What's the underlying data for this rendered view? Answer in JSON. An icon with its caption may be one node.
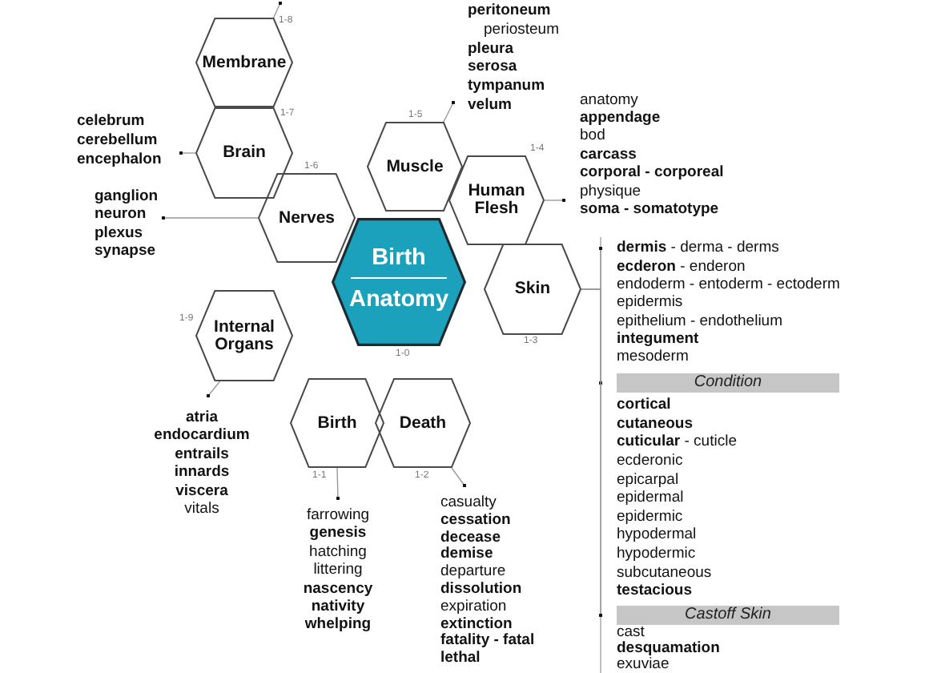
{
  "diagram": {
    "nodes": [
      {
        "text": [
          "Membrane"
        ],
        "beside": [
          "1-8"
        ]
      },
      {
        "text": [
          "peritoneum",
          "periosteum",
          "pleura",
          "serosa",
          "tympanum",
          "velum"
        ]
      },
      {
        "text": [
          "celebrum",
          "cerebellum",
          "encephalon"
        ]
      },
      {
        "text": [
          "Brain"
        ],
        "beside": [
          "1-7"
        ]
      },
      {
        "text": [
          "Muscle"
        ],
        "beside": [
          "1-5"
        ]
      },
      {
        "text": [
          "anatomy",
          "appendage",
          "bod",
          "carcass",
          "corporal - corporeal",
          "physique",
          "soma - somatotype"
        ]
      },
      {
        "text": [
          "Human Flesh"
        ],
        "beside": [
          "1-4"
        ]
      },
      {
        "text": [
          "ganglion",
          "neuron",
          "plexus",
          "synapse"
        ]
      },
      {
        "text": [
          "Nerves"
        ],
        "beside": [
          "1-6"
        ]
      },
      {
        "text": [
          "Birth",
          "Anatomy"
        ],
        "beside": [
          "1-0"
        ]
      },
      {
        "text": [
          "Skin"
        ],
        "beside": [
          "1-3"
        ]
      },
      {
        "text": [
          "**dermis** - derma - derms",
          "**ecderon** - enderon",
          "endoderm - entoderm - ectoderm",
          "epidermis",
          "epithelium - endothelium",
          "integument",
          "mesoderm"
        ]
      },
      {
        "text": [
          "Condition"
        ]
      },
      {
        "text": [
          "Castoff Skin"
        ]
      },
      {
        "text": [
          "Internal Organs"
        ],
        "beside": [
          "1-9"
        ]
      },
      {
        "text": [
          "atria",
          "endocardium",
          "entrails",
          "innards",
          "viscera",
          "vitals"
        ]
      },
      {
        "text": [
          "Birth"
        ],
        "beside": [
          "1-1"
        ]
      },
      {
        "text": [
          "Death"
        ],
        "beside": [
          "1-2"
        ]
      },
      {
        "text": [
          "farrowing",
          "genesis",
          "hatching",
          "littering",
          "nascency",
          "nativity",
          "whelping"
        ]
      },
      {
        "text": [
          "casualty",
          "cessation",
          "decease",
          "demise",
          "departure",
          "dissolution",
          "expiration",
          "extinction",
          "fatality - fatal",
          "lethal"
        ]
      }
    ],
    "edges": [
      {
        "from": 0,
        "to": null,
        "arrow": "other"
      },
      {
        "from": 4,
        "to": 1,
        "arrow": "other"
      },
      {
        "from": 3,
        "to": 2,
        "arrow": "other"
      },
      {
        "from": 6,
        "to": 5,
        "arrow": "other"
      },
      {
        "from": 8,
        "to": 7,
        "arrow": "other"
      },
      {
        "from": 10,
        "to": 11,
        "arrow": "other"
      },
      {
        "from": 10,
        "to": 12,
        "arrow": "other"
      },
      {
        "from": 10,
        "to": 13,
        "arrow": "other"
      },
      {
        "from": 14,
        "to": 15,
        "arrow": "other"
      },
      {
        "from": 16,
        "to": 18,
        "arrow": "other"
      },
      {
        "from": 17,
        "to": 19,
        "arrow": "other"
      }
    ],
    "labels": [
      "cortical",
      "cutaneous",
      "**cuticular** - cuticle",
      "ecderonic",
      "epicarpal",
      "epidermal",
      "epidermic",
      "hypodermal",
      "hypodermic",
      "subcutaneous",
      "testacious",
      "cast",
      "desquamation",
      "exuviae"
    ]
  }
}
